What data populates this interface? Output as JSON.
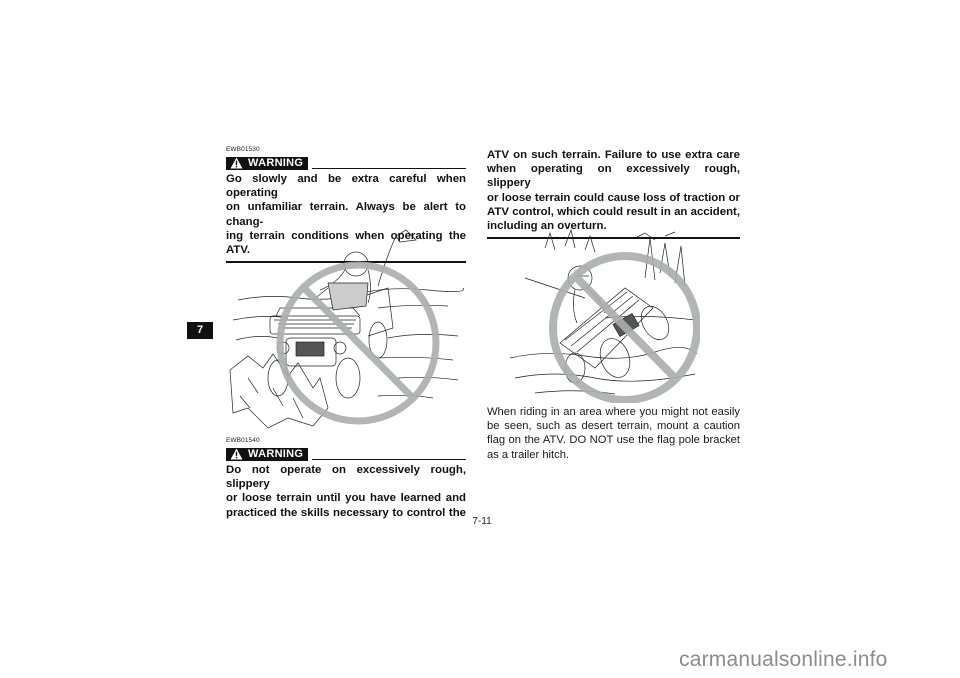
{
  "side_tab": {
    "label": "7"
  },
  "page_number": "7-11",
  "left_column": {
    "warning_1": {
      "code": "EWB01530",
      "label": "WARNING",
      "icon": "warning-triangle-icon",
      "text": "Go slowly and be extra careful when operating on unfamiliar terrain. Always be alert to changing terrain conditions when operating the ATV.",
      "lines": [
        "Go slowly and be extra careful when operating",
        "on unfamiliar terrain. Always be alert to chang-",
        "ing terrain conditions when operating the ATV."
      ]
    },
    "illustration_1": {
      "description": "ATV rider on unfamiliar rocky terrain with flag, overlaid with a gray prohibition circle"
    },
    "warning_2": {
      "code": "EWB01540",
      "label": "WARNING",
      "icon": "warning-triangle-icon",
      "lines": [
        "Do not operate on excessively rough, slippery",
        "or loose terrain until you have learned and",
        "practiced the skills necessary to control the"
      ]
    }
  },
  "right_column": {
    "warning_2_continued": {
      "lines": [
        "ATV on such terrain. Failure to use extra care",
        "when operating on excessively rough, slippery",
        "or loose terrain could cause loss of traction or",
        "ATV control, which could result in an accident,",
        "including an overturn."
      ]
    },
    "illustration_2": {
      "description": "ATV overturning on rough terrain among trees, overlaid with a gray prohibition circle"
    },
    "paragraph": {
      "lines": [
        "When riding in an area where you might not easily",
        "be seen, such as desert terrain, mount a caution",
        "flag on the ATV. DO NOT use the flag pole bracket",
        "as a trailer hitch."
      ]
    }
  },
  "watermark": "carmanualsonline.info",
  "colors": {
    "text": "#111111",
    "prohibition_circle": "#a9aeae",
    "watermark": "#8c8c8c"
  }
}
